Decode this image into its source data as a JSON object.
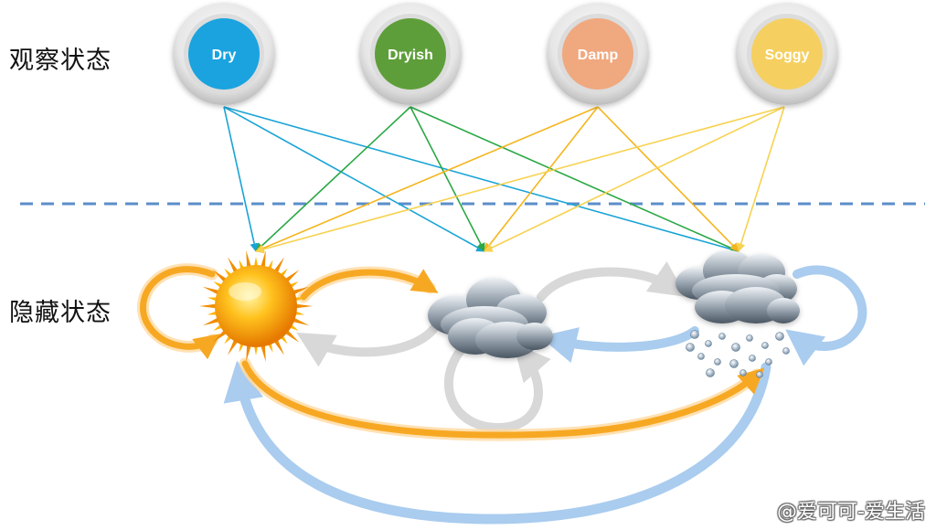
{
  "labels": {
    "observed": "观察状态",
    "hidden": "隐藏状态"
  },
  "observations": [
    {
      "label": "Dry",
      "color": "#1aa3df"
    },
    {
      "label": "Dryish",
      "color": "#5e9e3a"
    },
    {
      "label": "Damp",
      "color": "#f0a87f"
    },
    {
      "label": "Soggy",
      "color": "#f5d060"
    }
  ],
  "hidden_states": [
    {
      "icon": "sun-icon"
    },
    {
      "icon": "cloud-icon"
    },
    {
      "icon": "rain-cloud-icon"
    }
  ],
  "transition_colors": {
    "sun": "#f7a823",
    "cloud": "#d8d8d8",
    "rain": "#a9ccef"
  },
  "emission_colors": {
    "Dry": "#19a4d6",
    "Dryish": "#2aa845",
    "Damp": "#f5b51e",
    "Soggy": "#f7d250"
  },
  "watermark": "@爱可可-爱生活"
}
